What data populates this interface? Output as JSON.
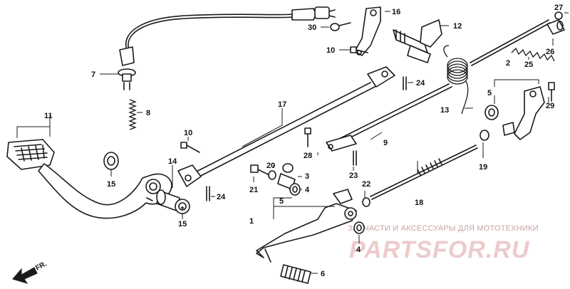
{
  "callouts": {
    "c1": "1",
    "c2": "2",
    "c3": "3",
    "c4a": "4",
    "c4b": "4",
    "c5a": "5",
    "c5b": "5",
    "c6": "6",
    "c7": "7",
    "c8": "8",
    "c9": "9",
    "c10a": "10",
    "c10b": "10",
    "c11": "11",
    "c12": "12",
    "c13": "13",
    "c14": "14",
    "c15a": "15",
    "c15b": "15",
    "c16": "16",
    "c17": "17",
    "c18": "18",
    "c19": "19",
    "c20": "20",
    "c21": "21",
    "c22": "22",
    "c23": "23",
    "c24a": "24",
    "c24b": "24",
    "c25": "25",
    "c26": "26",
    "c27": "27",
    "c29": "29",
    "c28": "28",
    "c30": "30"
  },
  "direction_label": "FR.",
  "watermark": {
    "tagline": "ЗАПЧАСТИ И АКСЕССУАРЫ ДЛЯ МОТОТЕХНИКИ",
    "brand": "PARTSFOR.RU"
  },
  "colors": {
    "ink": "#1a1a1a",
    "watermark": "#e6b9b9"
  }
}
